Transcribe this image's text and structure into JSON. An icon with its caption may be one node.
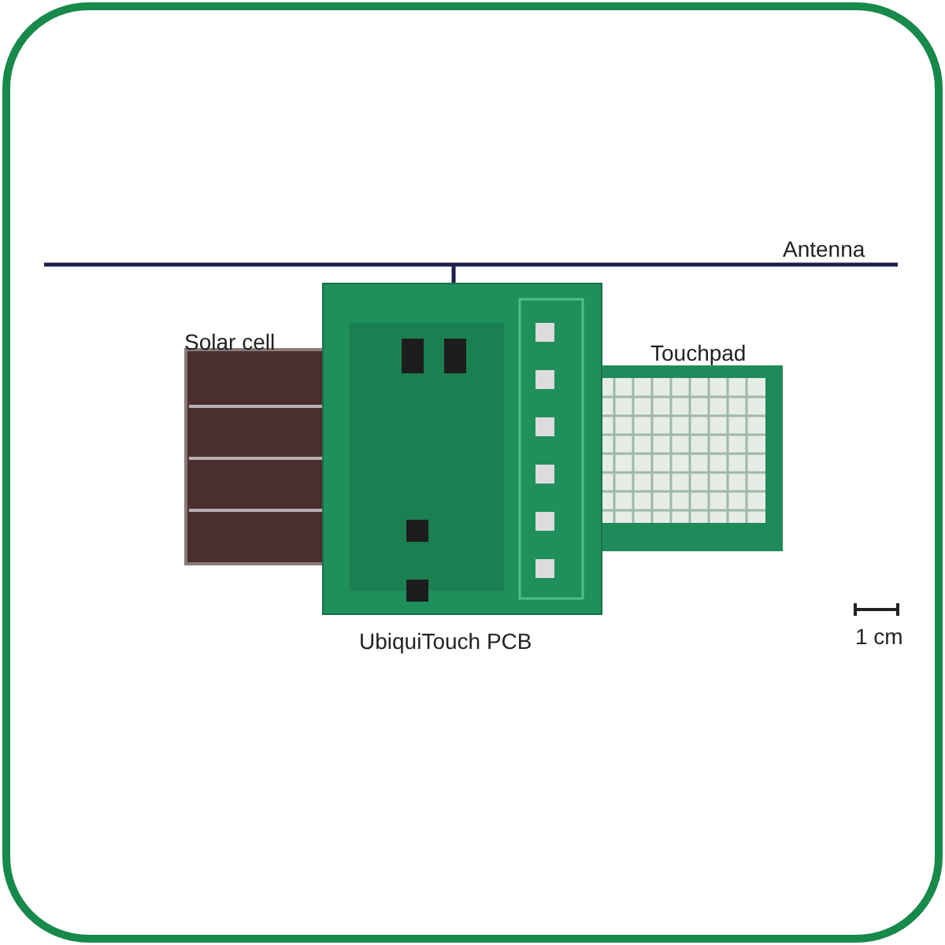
{
  "diagram": {
    "labels": [
      "Antenna",
      "Solar cell",
      "Touchpad",
      "UbiquiTouch PCB",
      "1 cm"
    ]
  }
}
